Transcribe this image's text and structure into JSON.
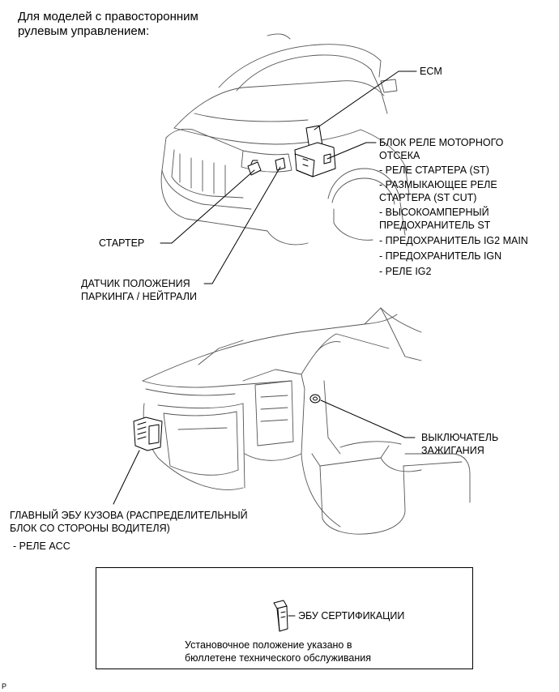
{
  "title": [
    "Для моделей с правосторонним",
    "рулевым управлением:"
  ],
  "engine": {
    "ecm": "ECM",
    "relay_block": [
      "БЛОК РЕЛЕ МОТОРНОГО",
      "ОТСЕКА"
    ],
    "relay_items": [
      "- РЕЛЕ СТАРТЕРА (ST)",
      "- РАЗМЫКАЮЩЕЕ РЕЛЕ",
      "СТАРТЕРА (ST CUT)",
      "- ВЫСОКОАМПЕРНЫЙ",
      "ПРЕДОХРАНИТЕЛЬ ST",
      "- ПРЕДОХРАНИТЕЛЬ IG2 MAIN",
      "- ПРЕДОХРАНИТЕЛЬ IGN",
      "- РЕЛЕ IG2"
    ],
    "starter": "СТАРТЕР",
    "park_neutral": [
      "ДАТЧИК ПОЛОЖЕНИЯ",
      "ПАРКИНГА / НЕЙТРАЛИ"
    ]
  },
  "cabin": {
    "ignition": [
      "ВЫКЛЮЧАТЕЛЬ",
      "ЗАЖИГАНИЯ"
    ],
    "main_ecu": [
      "ГЛАВНЫЙ ЭБУ КУЗОВА (РАСПРЕДЕЛИТЕЛЬНЫЙ",
      "БЛОК СО СТОРОНЫ ВОДИТЕЛЯ)"
    ],
    "acc_relay": "- РЕЛЕ ACC"
  },
  "box": {
    "cert_ecu": "ЭБУ СЕРТИФИКАЦИИ",
    "note": [
      "Установочное положение указано в",
      "бюллетене технического обслуживания"
    ]
  },
  "footer": "P"
}
